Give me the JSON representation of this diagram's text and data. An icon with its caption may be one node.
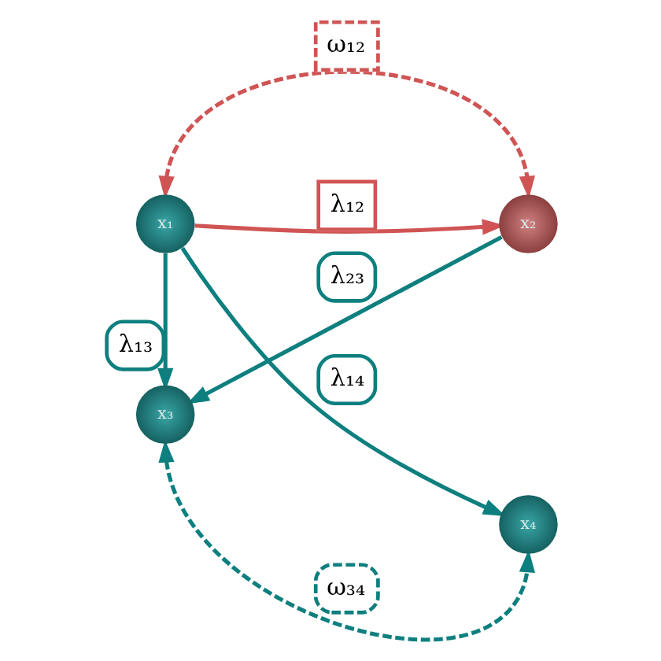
{
  "diagram": {
    "nodes": [
      {
        "text": [
          "x₁"
        ]
      },
      {
        "text": [
          "x₂"
        ]
      },
      {
        "text": [
          "x₃"
        ]
      },
      {
        "text": [
          "x₄"
        ]
      }
    ],
    "edges": [
      {
        "from": 0,
        "to": 1,
        "arrow": "to",
        "label": "λ₁₂",
        "color": "#d05454"
      },
      {
        "from": 0,
        "to": 1,
        "arrow": "both",
        "label": "ω₁₂",
        "style": "dashed",
        "color": "#d05454"
      },
      {
        "from": 0,
        "to": 2,
        "arrow": "to",
        "label": "λ₁₃"
      },
      {
        "from": 0,
        "to": 3,
        "arrow": "to",
        "label": "λ₁₄"
      },
      {
        "from": 1,
        "to": 2,
        "arrow": "to",
        "label": "λ₂₃"
      },
      {
        "from": 2,
        "to": 3,
        "arrow": "both",
        "label": "ω₃₄",
        "style": "dashed"
      }
    ]
  }
}
